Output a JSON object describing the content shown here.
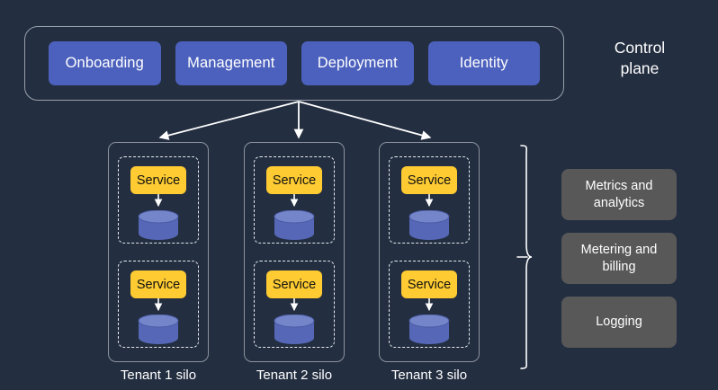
{
  "colors": {
    "background": "#232e40",
    "control_plane_button": "#4c61bd",
    "service_box": "#fecb32",
    "cylinder_body": "#5567b6",
    "cylinder_top": "#7486c9",
    "shared_box": "#585858",
    "outline": "#8d939e",
    "dashed_outline": "#e8eaee",
    "text_light": "#ffffff",
    "text_dark": "#111111"
  },
  "control_plane": {
    "label": "Control plane",
    "label_line_1": "Control",
    "label_line_2": "plane",
    "buttons": [
      {
        "label": "Onboarding"
      },
      {
        "label": "Management"
      },
      {
        "label": "Deployment"
      },
      {
        "label": "Identity"
      }
    ]
  },
  "tenants": [
    {
      "label": "Tenant 1 silo",
      "services": [
        {
          "label": "Service",
          "storage": "database-cylinder"
        },
        {
          "label": "Service",
          "storage": "database-cylinder"
        }
      ]
    },
    {
      "label": "Tenant 2 silo",
      "services": [
        {
          "label": "Service",
          "storage": "database-cylinder"
        },
        {
          "label": "Service",
          "storage": "database-cylinder"
        }
      ]
    },
    {
      "label": "Tenant 3 silo",
      "services": [
        {
          "label": "Service",
          "storage": "database-cylinder"
        },
        {
          "label": "Service",
          "storage": "database-cylinder"
        }
      ]
    }
  ],
  "shared_services": [
    {
      "label": "Metrics and analytics",
      "line_1": "Metrics and",
      "line_2": "analytics"
    },
    {
      "label": "Metering and billing",
      "line_1": "Metering and",
      "line_2": "billing"
    },
    {
      "label": "Logging",
      "line_1": "Logging",
      "line_2": ""
    }
  ]
}
